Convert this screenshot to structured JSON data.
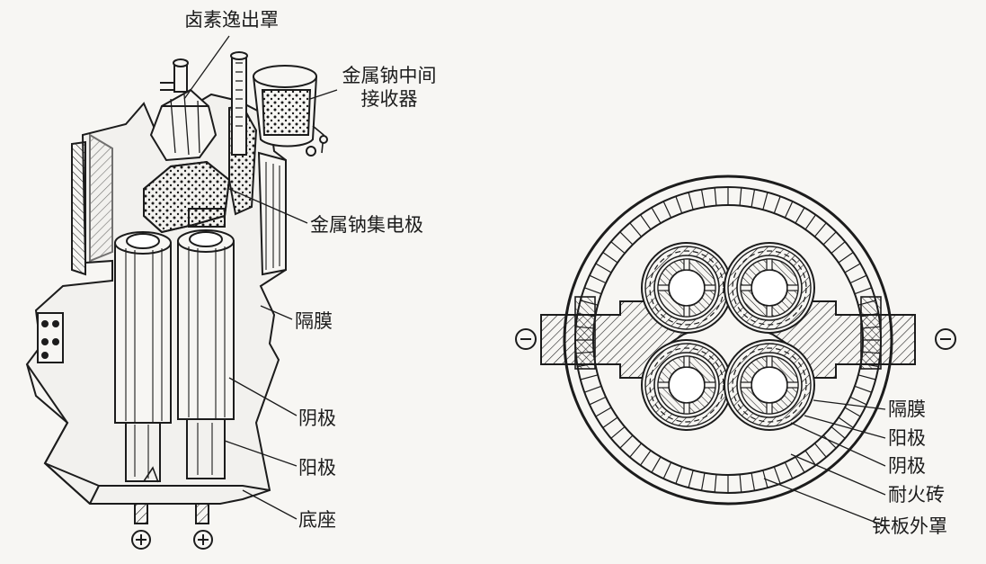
{
  "left_labels": {
    "halogen_hood": "卤素逸出罩",
    "sodium_receiver_line1": "金属钠中间",
    "sodium_receiver_line2": "接收器",
    "sodium_collector": "金属钠集电极",
    "diaphragm": "隔膜",
    "cathode": "阴极",
    "anode": "阳极",
    "base": "底座"
  },
  "right_labels": {
    "diaphragm": "隔膜",
    "anode": "阳极",
    "cathode": "阴极",
    "refractory_brick": "耐火砖",
    "iron_shell": "铁板外罩"
  },
  "polarity": {
    "plus": "+",
    "minus": "−"
  },
  "colors": {
    "ink": "#1c1c1c",
    "paper": "#f7f6f3"
  }
}
